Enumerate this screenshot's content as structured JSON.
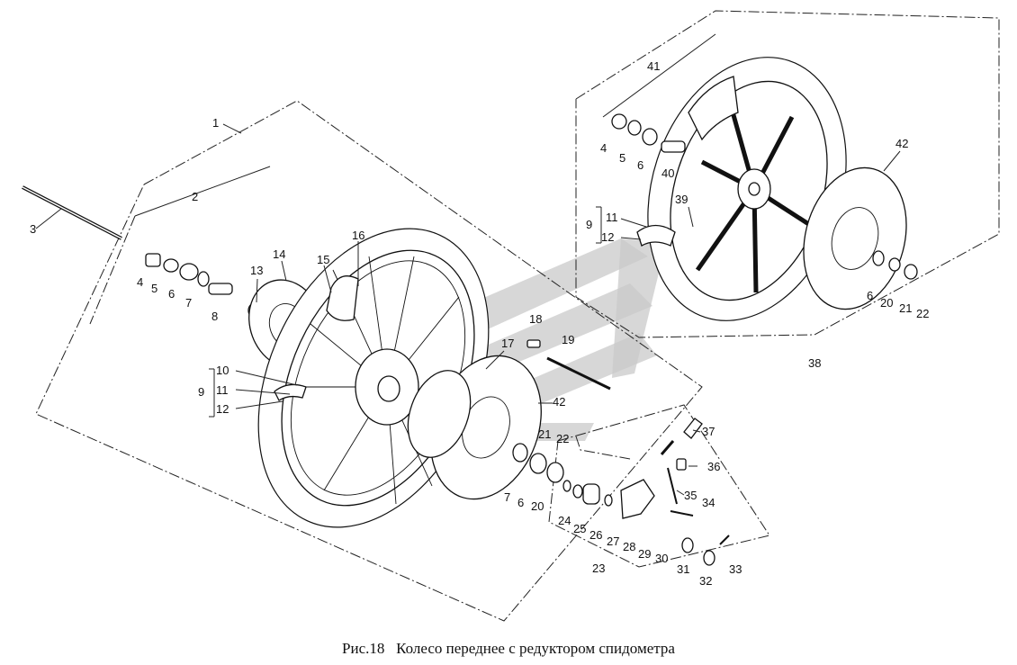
{
  "caption": "Рис.18   Колесо переднее с редуктором спидометра",
  "callouts": [
    {
      "id": "c1",
      "text": "1"
    },
    {
      "id": "c2",
      "text": "2"
    },
    {
      "id": "c3",
      "text": "3"
    },
    {
      "id": "c4a",
      "text": "4"
    },
    {
      "id": "c5a",
      "text": "5"
    },
    {
      "id": "c6a",
      "text": "6"
    },
    {
      "id": "c7a",
      "text": "7"
    },
    {
      "id": "c8",
      "text": "8"
    },
    {
      "id": "c9a",
      "text": "9"
    },
    {
      "id": "c10",
      "text": "10"
    },
    {
      "id": "c11a",
      "text": "11"
    },
    {
      "id": "c12a",
      "text": "12"
    },
    {
      "id": "c13",
      "text": "13"
    },
    {
      "id": "c14",
      "text": "14"
    },
    {
      "id": "c15",
      "text": "15"
    },
    {
      "id": "c16",
      "text": "16"
    },
    {
      "id": "c17",
      "text": "17"
    },
    {
      "id": "c18",
      "text": "18"
    },
    {
      "id": "c19",
      "text": "19"
    },
    {
      "id": "c42a",
      "text": "42"
    },
    {
      "id": "c21a",
      "text": "21"
    },
    {
      "id": "c22a",
      "text": "22"
    },
    {
      "id": "c7b",
      "text": "7"
    },
    {
      "id": "c6b",
      "text": "6"
    },
    {
      "id": "c20a",
      "text": "20"
    },
    {
      "id": "c24",
      "text": "24"
    },
    {
      "id": "c25",
      "text": "25"
    },
    {
      "id": "c26",
      "text": "26"
    },
    {
      "id": "c27",
      "text": "27"
    },
    {
      "id": "c28",
      "text": "28"
    },
    {
      "id": "c29",
      "text": "29"
    },
    {
      "id": "c30",
      "text": "30"
    },
    {
      "id": "c23",
      "text": "23"
    },
    {
      "id": "c31",
      "text": "31"
    },
    {
      "id": "c32",
      "text": "32"
    },
    {
      "id": "c33",
      "text": "33"
    },
    {
      "id": "c34",
      "text": "34"
    },
    {
      "id": "c35",
      "text": "35"
    },
    {
      "id": "c36",
      "text": "36"
    },
    {
      "id": "c37",
      "text": "37"
    },
    {
      "id": "c41",
      "text": "41"
    },
    {
      "id": "c4b",
      "text": "4"
    },
    {
      "id": "c5b",
      "text": "5"
    },
    {
      "id": "c6c",
      "text": "6"
    },
    {
      "id": "c40",
      "text": "40"
    },
    {
      "id": "c39",
      "text": "39"
    },
    {
      "id": "c9b",
      "text": "9"
    },
    {
      "id": "c11b",
      "text": "11"
    },
    {
      "id": "c12b",
      "text": "12"
    },
    {
      "id": "c42b",
      "text": "42"
    },
    {
      "id": "c6d",
      "text": "6"
    },
    {
      "id": "c20b",
      "text": "20"
    },
    {
      "id": "c21b",
      "text": "21"
    },
    {
      "id": "c22b",
      "text": "22"
    },
    {
      "id": "c38",
      "text": "38"
    }
  ]
}
